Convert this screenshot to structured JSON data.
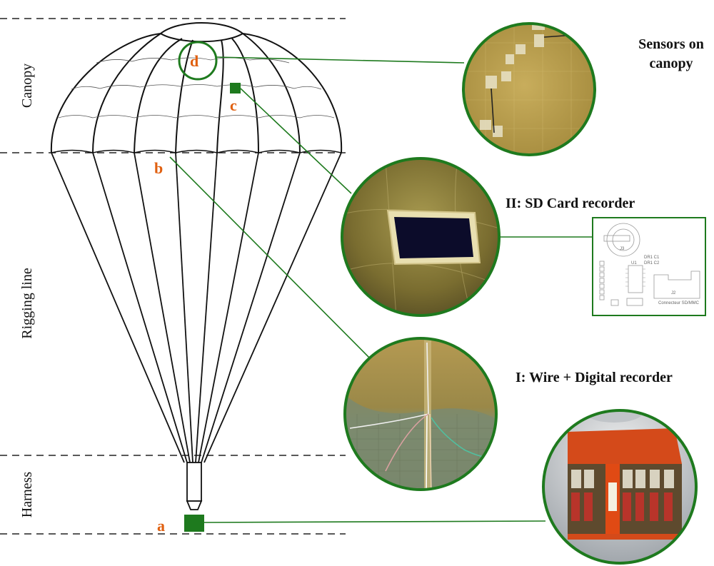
{
  "zones": {
    "canopy": "Canopy",
    "rigging": "Rigging line",
    "harness": "Harness"
  },
  "points": {
    "a": "a",
    "b": "b",
    "c": "c",
    "d": "d"
  },
  "captions": {
    "sensors_line1": "Sensors on",
    "sensors_line2": "canopy",
    "sd_card": "II: SD Card recorder",
    "wire_digital": "I: Wire + Digital recorder"
  },
  "pcb_labels": {
    "u1": "U1",
    "j2": "J2",
    "j3": "J3",
    "connector": "Connecteur SD/MMC",
    "r1": "DR1 C1",
    "r2": "DR1 C2"
  },
  "colors": {
    "accent_green": "#1e7a1e",
    "label_orange": "#e06010",
    "sensor_fabric": "#b39a48",
    "bag_fabric": "#8a7a3a",
    "recorder_orange": "#d94a1a"
  }
}
